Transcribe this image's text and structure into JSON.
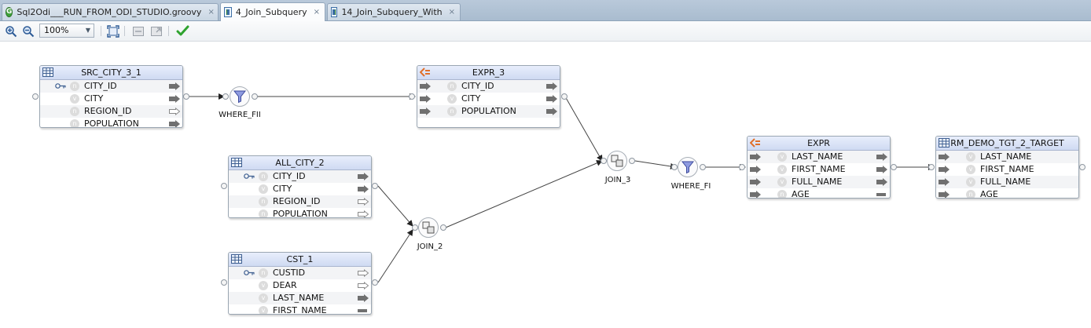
{
  "tabs": [
    {
      "label": "Sql2Odi___RUN_FROM_ODI_STUDIO.groovy",
      "icon": "groovy-file-icon",
      "active": false,
      "close": "×"
    },
    {
      "label": "4_Join_Subquery",
      "icon": "mapping-icon",
      "active": true,
      "close": "×"
    },
    {
      "label": "14_Join_Subquery_With",
      "icon": "mapping-icon",
      "active": false,
      "close": "×"
    }
  ],
  "toolbar": {
    "zoom_in": "zoom-in-icon",
    "zoom_out": "zoom-out-icon",
    "zoom_value": "100%",
    "fit": "fit-to-window-icon",
    "validate": "validate-checkmark-icon"
  },
  "components": {
    "src_city": {
      "title": "SRC_CITY_3_1",
      "rows": [
        "CITY_ID",
        "CITY",
        "REGION_ID",
        "POPULATION"
      ]
    },
    "all_city": {
      "title": "ALL_CITY_2",
      "rows": [
        "CITY_ID",
        "CITY",
        "REGION_ID",
        "POPULATION"
      ]
    },
    "cst": {
      "title": "CST_1",
      "rows": [
        "CUSTID",
        "DEAR",
        "LAST_NAME",
        "FIRST_NAME"
      ]
    },
    "expr3": {
      "title": "EXPR_3",
      "rows": [
        "CITY_ID",
        "CITY",
        "POPULATION"
      ]
    },
    "expr": {
      "title": "EXPR",
      "rows": [
        "LAST_NAME",
        "FIRST_NAME",
        "FULL_NAME",
        "AGE"
      ]
    },
    "target": {
      "title": "RM_DEMO_TGT_2_TARGET",
      "rows": [
        "LAST_NAME",
        "FIRST_NAME",
        "FULL_NAME",
        "AGE"
      ]
    }
  },
  "operators": {
    "where1": "WHERE_FII",
    "join2": "JOIN_2",
    "join3": "JOIN_3",
    "where2": "WHERE_FI"
  },
  "type_badges": {
    "n": "n",
    "v": "v"
  },
  "colors": {
    "tabbar": "#b9c9da",
    "header": "#cfdaf2",
    "validate": "#2fa32f",
    "expression": "#e0702a"
  }
}
